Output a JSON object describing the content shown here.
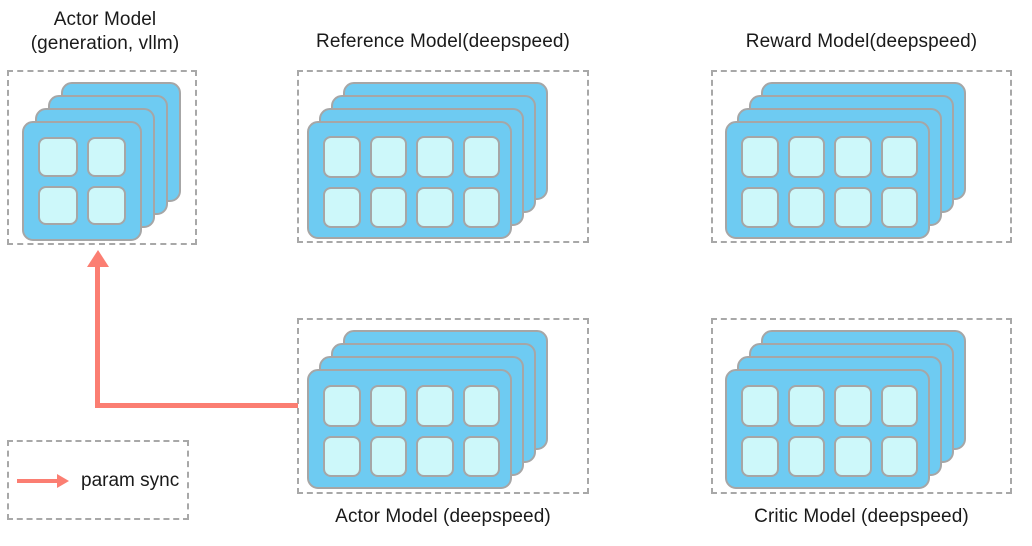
{
  "diagram": {
    "title_hidden": "",
    "colors": {
      "card_fill": "#6ECBF2",
      "card_border": "#a6a6a6",
      "cell_fill": "#CDF8FA",
      "dashed_border": "#a8a8a8",
      "arrow": "#FB7E72",
      "text": "#1a1a1a",
      "background": "#ffffff"
    },
    "groups": [
      {
        "id": "actor-model-vllm",
        "caption": "Actor Model\n(generation, vllm)",
        "caption_position": "above",
        "cards": 4,
        "grid_rows": 2,
        "grid_cols": 2
      },
      {
        "id": "reference-model",
        "caption": "Reference Model(deepspeed)",
        "caption_position": "above",
        "cards": 4,
        "grid_rows": 2,
        "grid_cols": 4
      },
      {
        "id": "reward-model",
        "caption": "Reward Model(deepspeed)",
        "caption_position": "above",
        "cards": 4,
        "grid_rows": 2,
        "grid_cols": 4
      },
      {
        "id": "actor-model-deepspeed",
        "caption": "Actor Model (deepspeed)",
        "caption_position": "below",
        "cards": 4,
        "grid_rows": 2,
        "grid_cols": 4
      },
      {
        "id": "critic-model",
        "caption": "Critic Model (deepspeed)",
        "caption_position": "below",
        "cards": 4,
        "grid_rows": 2,
        "grid_cols": 4
      }
    ],
    "connections": [
      {
        "id": "param-sync-arrow",
        "from": "actor-model-deepspeed",
        "to": "actor-model-vllm",
        "label": "param sync",
        "style": "elbow-arrow",
        "color": "#FB7E72"
      }
    ],
    "legend": {
      "label": "param sync",
      "marker": "right-arrow",
      "color": "#FB7E72"
    }
  }
}
